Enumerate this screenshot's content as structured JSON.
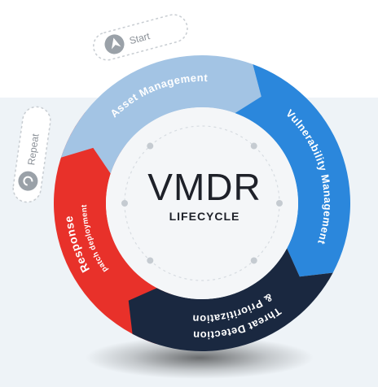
{
  "center": {
    "title": "VMDR",
    "subtitle": "LIFECYCLE"
  },
  "pills": {
    "start": "Start",
    "repeat": "Repeat"
  },
  "segments": [
    {
      "id": "asset-management",
      "label": "Asset Management",
      "sublabel": "",
      "color": "#a3c4e4"
    },
    {
      "id": "vulnerability-management",
      "label": "Vulnerability Management",
      "sublabel": "",
      "color": "#2b87dc"
    },
    {
      "id": "threat-detection",
      "label": "Threat Detection",
      "label2": "& Prioritization",
      "sublabel": "",
      "color": "#1a2840"
    },
    {
      "id": "response",
      "label": "Response",
      "sublabel": "patch deployment",
      "color": "#e8312a"
    }
  ],
  "colors": {
    "hub": "#f4f6f8",
    "title": "#1e2129",
    "pill_border": "#c8cdd2",
    "pill_text": "#8a9097"
  }
}
